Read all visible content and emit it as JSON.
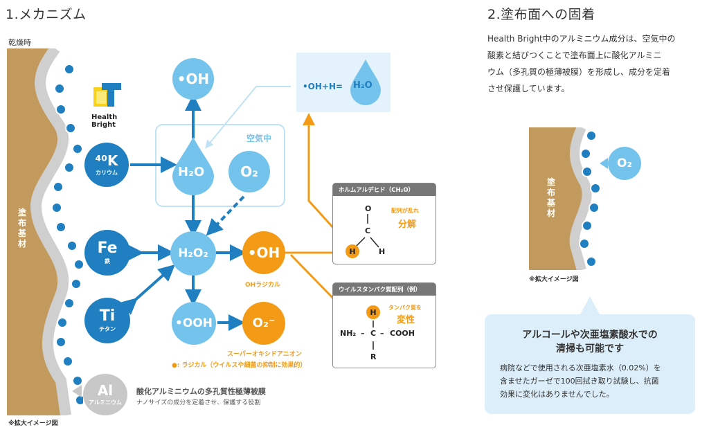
{
  "section1": {
    "title": "1.メカニズム",
    "dry_label": "乾燥時",
    "substrate_label": "塗布基材",
    "footnote": "※拡大イメージ図",
    "logo_text_1": "Health",
    "logo_text_2": "Bright",
    "air_label": "空気中",
    "nodes": {
      "oh_top": "•OH",
      "h2o": "H₂O",
      "o2": "O₂",
      "k_symbol": "⁴⁰K",
      "k_label": "カリウム",
      "fe_symbol": "Fe",
      "fe_label": "鉄",
      "ti_symbol": "Ti",
      "ti_label": "チタン",
      "h2o2": "H₂O₂",
      "oh_mid": "•OH",
      "oh_mid_label": "OHラジカル",
      "ooh": "•OOH",
      "o2minus": "O₂⁻",
      "o2minus_label": "スーパーオキシドアニオン",
      "al_symbol": "Al",
      "al_label": "アルミニウム"
    },
    "equation": {
      "left": "•OH+H=",
      "right": "H₂O"
    },
    "radical_note": "●: ラジカル（ウイルスや細菌の抑制に効果的）",
    "al_desc_title": "酸化アルミニウムの多孔質性極薄被膜",
    "al_desc_sub": "ナノサイズの成分を定着させ、保護する役割",
    "formaldehyde_box": {
      "header": "ホルムアルデヒド（CH₂O）",
      "atoms": {
        "o": "O",
        "c": "C",
        "h1": "H",
        "h2": "H"
      },
      "note_small": "配列が乱れ",
      "note_big": "分解"
    },
    "virus_box": {
      "header": "ウイルスタンパク質配列（例）",
      "atoms": {
        "h": "H",
        "nh2": "NH₂",
        "c": "C",
        "cooh": "COOH",
        "r": "R",
        "dash1": "–",
        "dash2": "–"
      },
      "note_small": "タンパク質を",
      "note_big": "変性"
    }
  },
  "section2": {
    "title": "2.塗布面への固着",
    "paragraph_lines": [
      "Health Bright中のアルミニウム成分は、空気中の",
      "酸素と結びつくことで塗布面上に酸化アルミニ",
      "ウム（多孔質の極薄被膜）を形成し、成分を定着",
      "させ保護しています。"
    ],
    "substrate_label": "塗布基材",
    "o2_label": "O₂",
    "footnote": "※拡大イメージ図",
    "note_title_1": "アルコールや次亜塩素酸水での",
    "note_title_2": "清掃も可能です",
    "note_body_1": "病院などで使用される次亜塩素水（0.02%）を",
    "note_body_2": "含ませたガーゼで100回拭き取り試験し、抗菌",
    "note_body_3": "効果に変化はありませんでした。"
  },
  "colors": {
    "dark_blue": "#1f7fc0",
    "light_blue": "#74c3ec",
    "orange": "#f39b17",
    "substrate_brown": "#c39a5d",
    "note_bg": "#dceef9"
  }
}
